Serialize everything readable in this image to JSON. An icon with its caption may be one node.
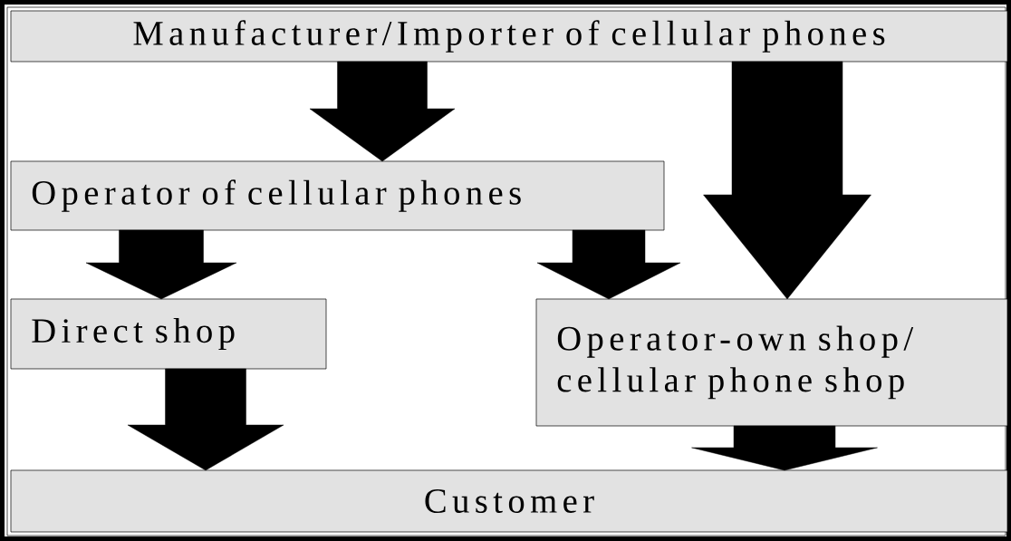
{
  "diagram": {
    "nodes": [
      {
        "text": [
          "Manufacturer/Importer of cellular phones"
        ]
      },
      {
        "text": [
          "Operator of cellular phones"
        ]
      },
      {
        "text": [
          "Direct shop"
        ]
      },
      {
        "text": [
          "Operator-own shop/ cellular phone shop"
        ]
      },
      {
        "text": [
          "Customer"
        ]
      }
    ],
    "edges": [
      {
        "from": 0,
        "to": 1,
        "arrow": "to"
      },
      {
        "from": 0,
        "to": 3,
        "arrow": "to"
      },
      {
        "from": 1,
        "to": 2,
        "arrow": "to"
      },
      {
        "from": 1,
        "to": 3,
        "arrow": "to"
      },
      {
        "from": 2,
        "to": 4,
        "arrow": "to"
      },
      {
        "from": 3,
        "to": 4,
        "arrow": "to"
      }
    ]
  }
}
